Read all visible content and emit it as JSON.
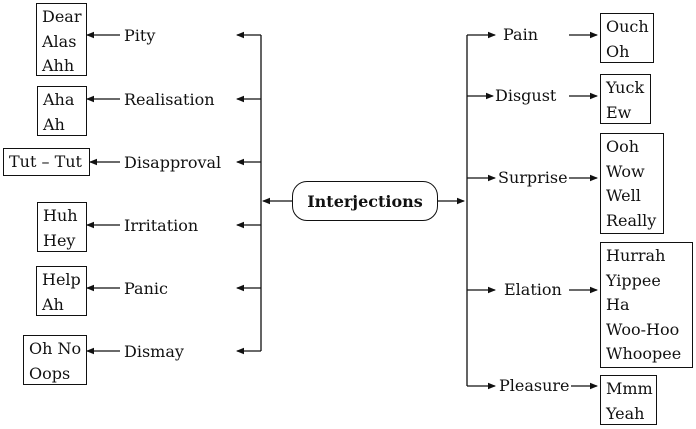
{
  "center": "Interjections",
  "left": [
    {
      "emotion": "Pity",
      "words": [
        "Dear",
        "Alas",
        "Ahh"
      ]
    },
    {
      "emotion": "Realisation",
      "words": [
        "Aha",
        "Ah"
      ]
    },
    {
      "emotion": "Disapproval",
      "words": [
        "Tut – Tut"
      ]
    },
    {
      "emotion": "Irritation",
      "words": [
        "Huh",
        "Hey"
      ]
    },
    {
      "emotion": "Panic",
      "words": [
        "Help",
        "Ah"
      ]
    },
    {
      "emotion": "Dismay",
      "words": [
        "Oh No",
        "Oops"
      ]
    }
  ],
  "right": [
    {
      "emotion": "Pain",
      "words": [
        "Ouch",
        "Oh"
      ]
    },
    {
      "emotion": "Disgust",
      "words": [
        "Yuck",
        "Ew"
      ]
    },
    {
      "emotion": "Surprise",
      "words": [
        "Ooh",
        "Wow",
        "Well",
        "Really"
      ]
    },
    {
      "emotion": "Elation",
      "words": [
        "Hurrah",
        "Yippee",
        "Ha",
        "Woo-Hoo",
        "Whoopee"
      ]
    },
    {
      "emotion": "Pleasure",
      "words": [
        "Mmm",
        "Yeah"
      ]
    }
  ]
}
